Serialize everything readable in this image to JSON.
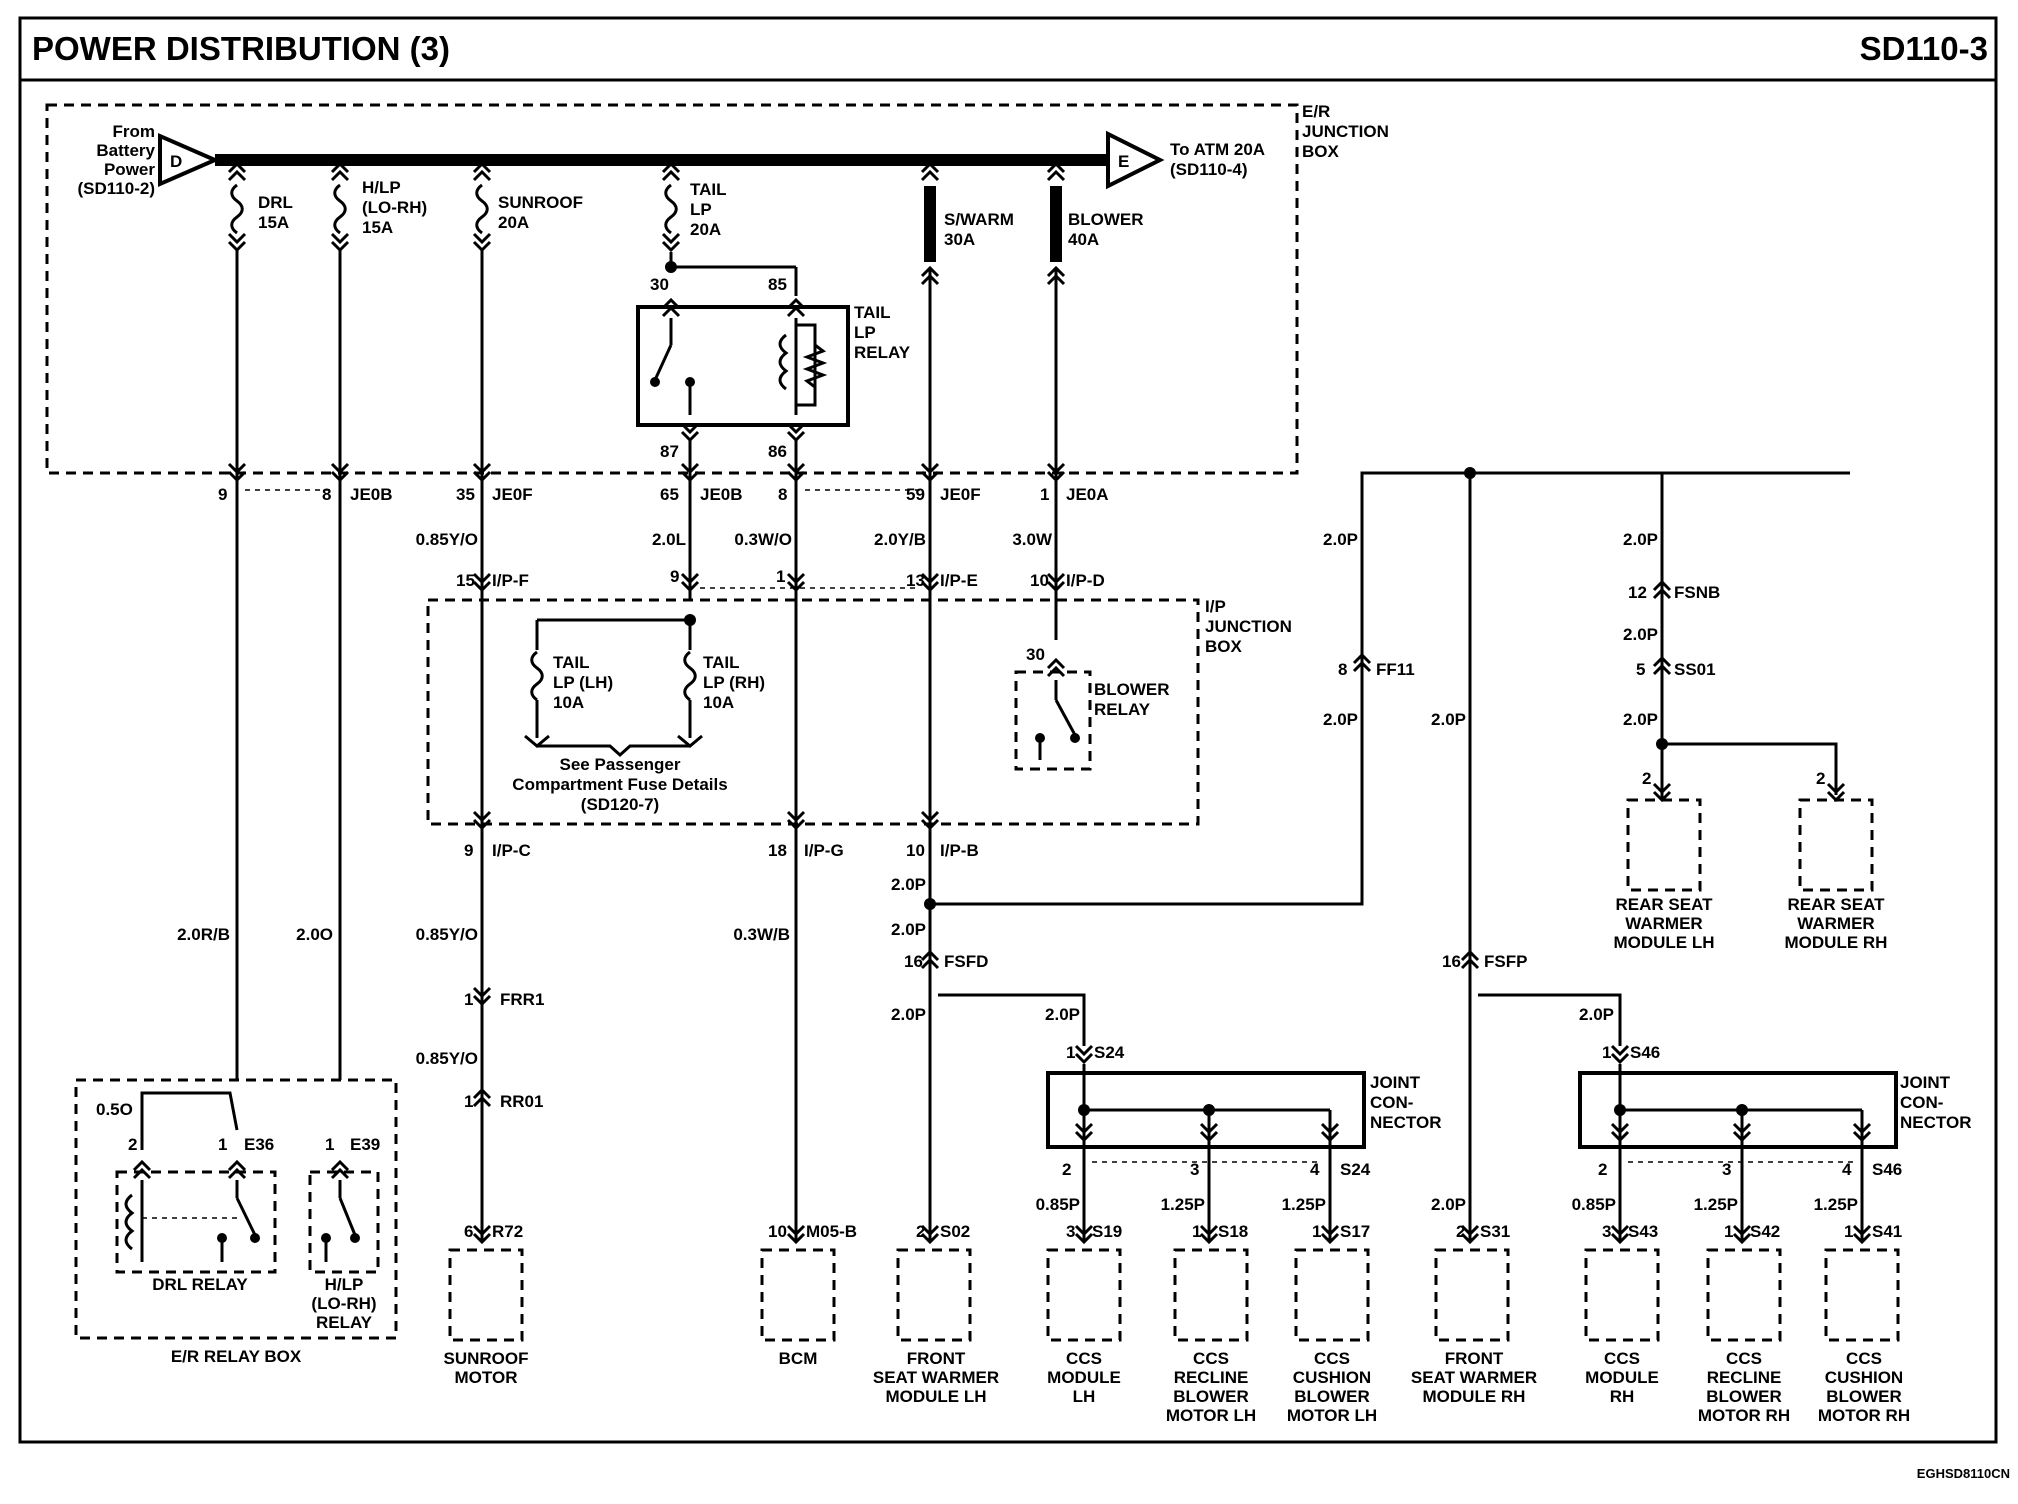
{
  "header": {
    "title": "POWER DISTRIBUTION (3)",
    "code": "SD110-3"
  },
  "footer": {
    "code": "EGHSD8110CN"
  },
  "bus": {
    "from_lines": [
      "From",
      "Battery",
      "Power",
      "(SD110-2)"
    ],
    "from_letter": "D",
    "to_letter": "E",
    "to_lines": [
      "To ATM 20A",
      "(SD110-4)"
    ]
  },
  "er_junction_box": [
    "E/R",
    "JUNCTION",
    "BOX"
  ],
  "ip_junction_box": [
    "I/P",
    "JUNCTION",
    "BOX"
  ],
  "fuses": [
    {
      "lines": [
        "DRL",
        "15A"
      ]
    },
    {
      "lines": [
        "H/LP",
        "(LO-RH)",
        "15A"
      ]
    },
    {
      "lines": [
        "SUNROOF",
        "20A"
      ]
    },
    {
      "lines": [
        "TAIL",
        "LP",
        "20A"
      ]
    },
    {
      "lines": [
        "S/WARM",
        "30A"
      ]
    },
    {
      "lines": [
        "BLOWER",
        "40A"
      ]
    }
  ],
  "tail_relay": {
    "lines": [
      "TAIL",
      "LP",
      "RELAY"
    ],
    "pins": [
      "30",
      "85",
      "87",
      "86"
    ]
  },
  "row1_pins": [
    "9",
    "8",
    "JE0B",
    "35",
    "JE0F",
    "65",
    "JE0B",
    "8",
    "59",
    "JE0F",
    "1",
    "JE0A"
  ],
  "row1_wires": [
    "0.85Y/O",
    "2.0L",
    "0.3W/O",
    "2.0Y/B",
    "3.0W"
  ],
  "row2_pins": [
    "15",
    "I/P-F",
    "9",
    "1",
    "13",
    "I/P-E",
    "10",
    "I/P-D"
  ],
  "ip_fuses": [
    {
      "lines": [
        "TAIL",
        "LP (LH)",
        "10A"
      ]
    },
    {
      "lines": [
        "TAIL",
        "LP (RH)",
        "10A"
      ]
    }
  ],
  "see_note": [
    "See Passenger",
    "Compartment Fuse Details",
    "(SD120-7)"
  ],
  "blower_relay": {
    "pin": "30",
    "lines": [
      "BLOWER",
      "RELAY"
    ]
  },
  "row3_pins": [
    "9",
    "I/P-C",
    "18",
    "I/P-G",
    "10",
    "I/P-B"
  ],
  "left_wires": [
    "2.0R/B",
    "2.0O",
    "0.85Y/O",
    "0.3W/B"
  ],
  "sunroof_path": [
    "1",
    "FRR1",
    "0.85Y/O",
    "1",
    "RR01",
    "6",
    "R72"
  ],
  "drl_relay": {
    "wire": "0.5O",
    "pin_a": "2",
    "pin_b": "1",
    "conn": "E36",
    "label": "DRL RELAY"
  },
  "hlp_relay": {
    "pin": "1",
    "conn": "E39",
    "lines": [
      "H/LP",
      "(LO-RH)",
      "RELAY"
    ]
  },
  "er_relay_box": "E/R RELAY BOX",
  "bcm_conn": [
    "10",
    "M05-B"
  ],
  "swarm_path": [
    "2.0P",
    "2.0P",
    "16",
    "FSFD",
    "2.0P",
    "2.0P",
    "2",
    "S02"
  ],
  "ff11": [
    "2.0P",
    "8",
    "FF11",
    "2.0P"
  ],
  "fsnb_path": [
    "2.0P",
    "12",
    "FSNB",
    "2.0P",
    "5",
    "SS01",
    "2.0P",
    "2",
    "2"
  ],
  "fsfp_path": [
    "2.0P",
    "16",
    "FSFP",
    "2.0P",
    "2.0P",
    "2",
    "S31"
  ],
  "joint_lh": {
    "in_pin": "1",
    "in_conn": "S24",
    "label": [
      "JOINT",
      "CON-",
      "NECTOR"
    ],
    "out_pins": [
      "2",
      "3",
      "4",
      "S24"
    ],
    "wires": [
      "0.85P",
      "1.25P",
      "1.25P"
    ],
    "conns": [
      "3",
      "S19",
      "1",
      "S18",
      "1",
      "S17"
    ]
  },
  "joint_rh": {
    "in_pin": "1",
    "in_conn": "S46",
    "label": [
      "JOINT",
      "CON-",
      "NECTOR"
    ],
    "out_pins": [
      "2",
      "3",
      "4",
      "S46"
    ],
    "wires": [
      "0.85P",
      "1.25P",
      "1.25P"
    ],
    "conns": [
      "3",
      "S43",
      "1",
      "S42",
      "1",
      "S41"
    ]
  },
  "components": [
    {
      "lines": [
        "SUNROOF",
        "MOTOR"
      ]
    },
    {
      "lines": [
        "BCM"
      ]
    },
    {
      "lines": [
        "FRONT",
        "SEAT WARMER",
        "MODULE LH"
      ]
    },
    {
      "lines": [
        "CCS",
        "MODULE",
        "LH"
      ]
    },
    {
      "lines": [
        "CCS",
        "RECLINE",
        "BLOWER",
        "MOTOR LH"
      ]
    },
    {
      "lines": [
        "CCS",
        "CUSHION",
        "BLOWER",
        "MOTOR LH"
      ]
    },
    {
      "lines": [
        "FRONT",
        "SEAT WARMER",
        "MODULE RH"
      ]
    },
    {
      "lines": [
        "CCS",
        "MODULE",
        "RH"
      ]
    },
    {
      "lines": [
        "CCS",
        "RECLINE",
        "BLOWER",
        "MOTOR RH"
      ]
    },
    {
      "lines": [
        "CCS",
        "CUSHION",
        "BLOWER",
        "MOTOR RH"
      ]
    },
    {
      "lines": [
        "REAR SEAT",
        "WARMER",
        "MODULE LH"
      ]
    },
    {
      "lines": [
        "REAR SEAT",
        "WARMER",
        "MODULE RH"
      ]
    }
  ]
}
